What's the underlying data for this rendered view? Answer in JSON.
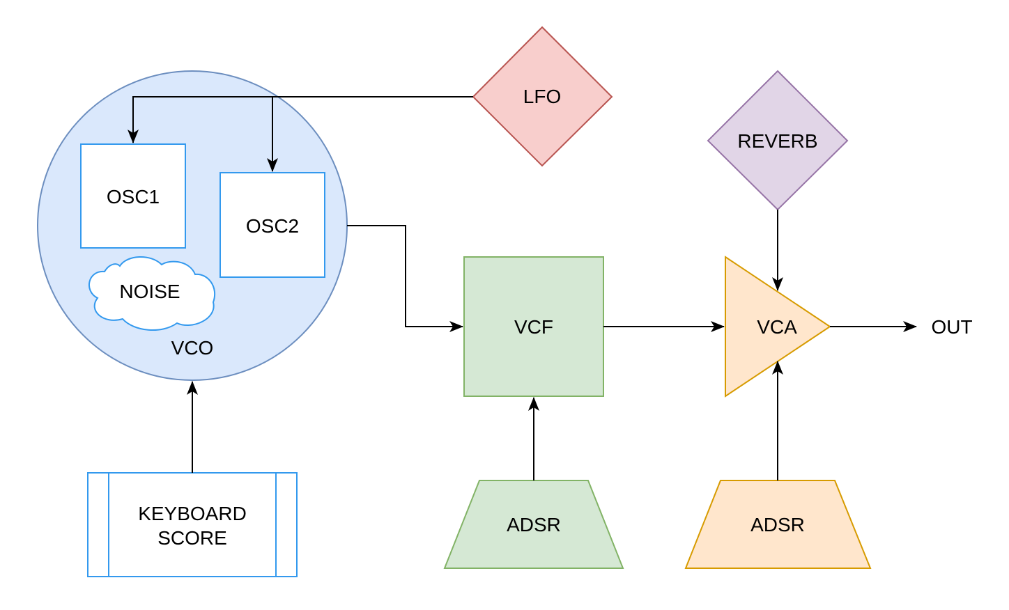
{
  "nodes": {
    "vco": "VCO",
    "osc1": "OSC1",
    "osc2": "OSC2",
    "noise": "NOISE",
    "lfo": "LFO",
    "vcf": "VCF",
    "vca": "VCA",
    "reverb": "REVERB",
    "out": "OUT",
    "keyboard_line1": "KEYBOARD",
    "keyboard_line2": "SCORE",
    "adsr_vcf": "ADSR",
    "adsr_vca": "ADSR"
  },
  "colors": {
    "vco_fill": "#dae8fc",
    "vco_stroke": "#6c8ebf",
    "osc_stroke": "#3399ee",
    "lfo_fill": "#f8cecc",
    "lfo_stroke": "#b85450",
    "vcf_fill": "#d5e8d4",
    "vcf_stroke": "#82b366",
    "vca_fill": "#ffe6cc",
    "vca_stroke": "#d79b00",
    "reverb_fill": "#e1d5e7",
    "reverb_stroke": "#9673a6",
    "edge": "#000000"
  }
}
